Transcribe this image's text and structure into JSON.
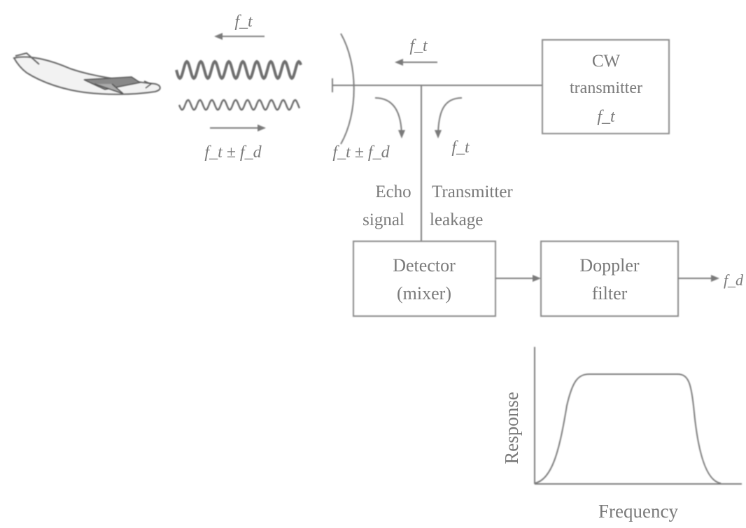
{
  "transmitter": {
    "line1": "CW",
    "line2": "transmitter",
    "freq": "f_t"
  },
  "labels": {
    "ft_top": "f_t",
    "ft_mid": "f_t",
    "echo_freq": "f_t ± f_d",
    "echo_freq_right": "f_t ± f_d",
    "leak_freq": "f_t",
    "echo_line1": "Echo",
    "echo_line2": "signal",
    "leak_line1": "Transmitter",
    "leak_line2": "leakage",
    "output": "f_d"
  },
  "detector": {
    "line1": "Detector",
    "line2": "(mixer)"
  },
  "doppler": {
    "line1": "Doppler",
    "line2": "filter"
  },
  "response_plot": {
    "ylabel": "Response",
    "xlabel": "Frequency"
  }
}
